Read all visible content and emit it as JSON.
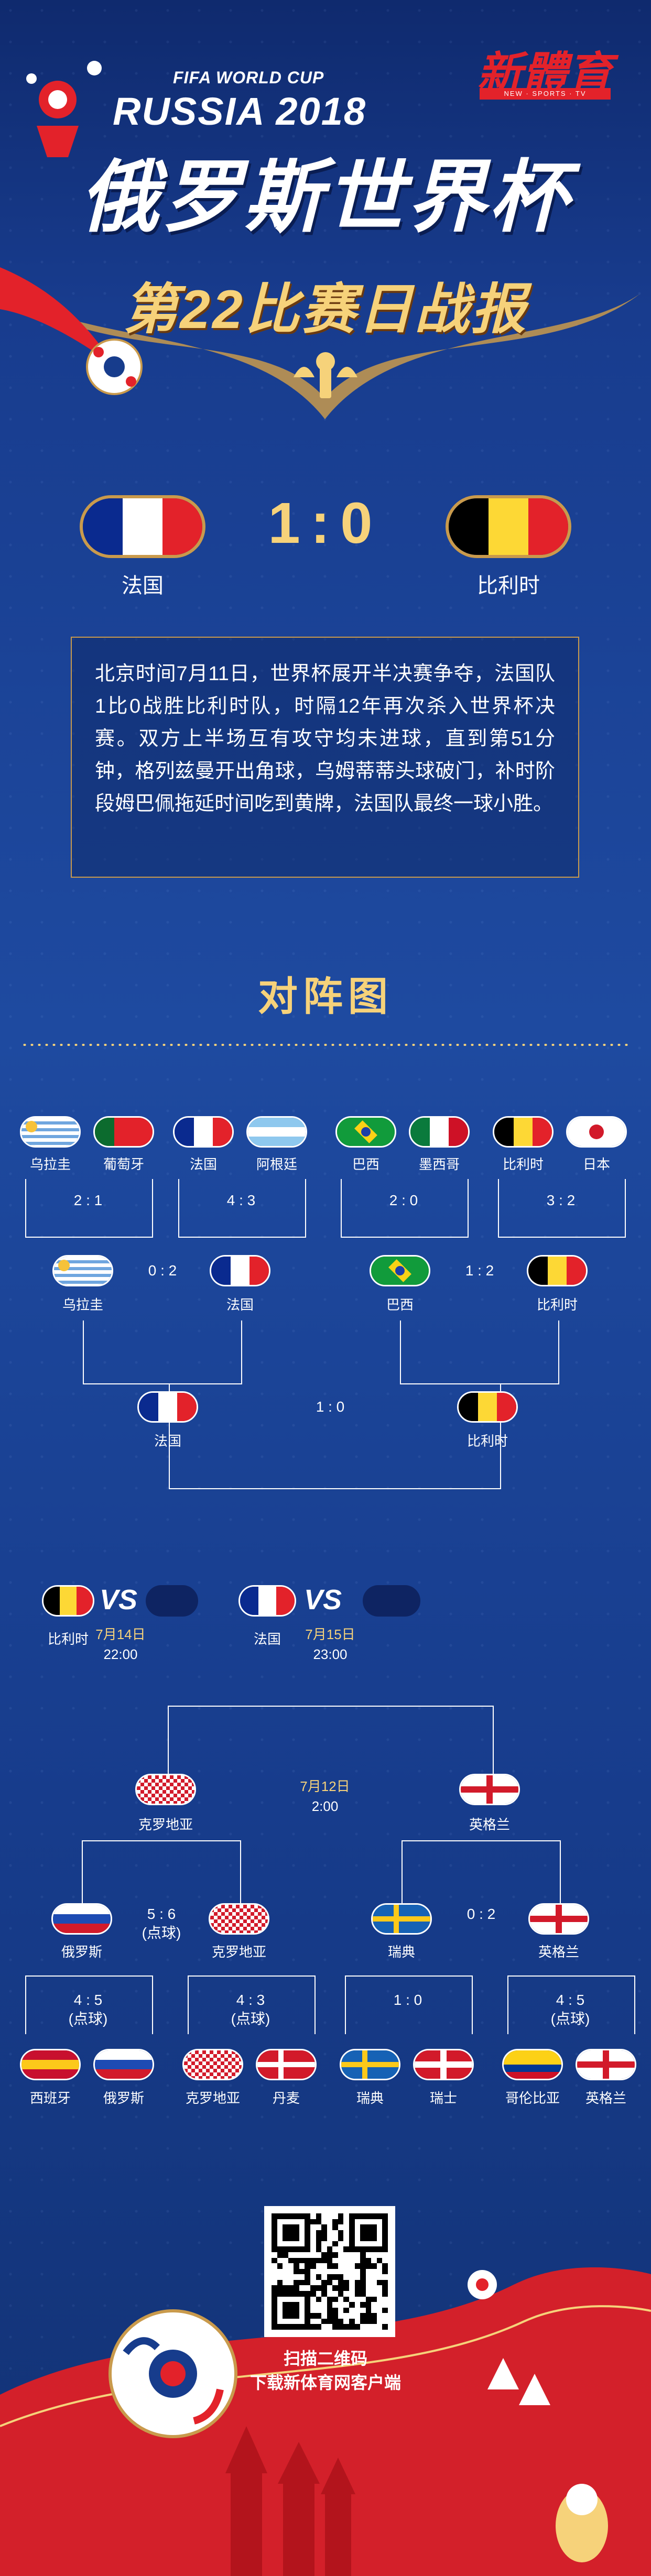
{
  "header": {
    "brand": "新體育",
    "brand_sub": "NEW · SPORTS · TV",
    "fifa_line1": "FIFA WORLD CUP",
    "fifa_line2": "RUSSIA 2018",
    "title": "俄罗斯世界杯",
    "subtitle": "第22比赛日战报"
  },
  "match": {
    "score": "1:0",
    "home": "法国",
    "away": "比利时"
  },
  "report": "北京时间7月11日，世界杯展开半决赛争夺，法国队1比0战胜比利时队，时隔12年再次杀入世界杯决赛。双方上半场互有攻守均未进球，直到第51分钟，格列兹曼开出角球，乌姆蒂蒂头球破门，补时阶段姆巴佩拖延时间吃到黄牌，法国队最终一球小胜。",
  "bracket": {
    "title": "对阵图",
    "top_r16": [
      {
        "a": "乌拉圭",
        "b": "葡萄牙",
        "score": "2 : 1"
      },
      {
        "a": "法国",
        "b": "阿根廷",
        "score": "4 : 3"
      },
      {
        "a": "巴西",
        "b": "墨西哥",
        "score": "2 : 0"
      },
      {
        "a": "比利时",
        "b": "日本",
        "score": "3 : 2"
      }
    ],
    "top_qf": [
      {
        "a": "乌拉圭",
        "b": "法国",
        "score": "0 : 2"
      },
      {
        "a": "巴西",
        "b": "比利时",
        "score": "1 : 2"
      }
    ],
    "top_sf": {
      "a": "法国",
      "b": "比利时",
      "score": "1 : 0"
    },
    "finals": {
      "third_team": "比利时",
      "third_vs": "VS",
      "third_date": "7月14日",
      "third_time": "22:00",
      "final_team": "法国",
      "final_vs": "VS",
      "final_date": "7月15日",
      "final_time": "23:00"
    },
    "bottom_sf": {
      "a": "克罗地亚",
      "b": "英格兰",
      "date": "7月12日",
      "time": "2:00"
    },
    "bottom_qf": [
      {
        "a": "俄罗斯",
        "b": "克罗地亚",
        "score": "5 : 6",
        "note": "(点球)"
      },
      {
        "a": "瑞典",
        "b": "英格兰",
        "score": "0 : 2"
      }
    ],
    "bottom_r16": [
      {
        "a": "西班牙",
        "b": "俄罗斯",
        "score": "4 : 5",
        "note": "(点球)"
      },
      {
        "a": "克罗地亚",
        "b": "丹麦",
        "score": "4 : 3",
        "note": "(点球)"
      },
      {
        "a": "瑞典",
        "b": "瑞士",
        "score": "1 : 0"
      },
      {
        "a": "哥伦比亚",
        "b": "英格兰",
        "score": "4 : 5",
        "note": "(点球)"
      }
    ]
  },
  "footer": {
    "qr_line1": "扫描二维码",
    "qr_line2": "下载新体育网客户端"
  },
  "colors": {
    "gold": "#f6d27a",
    "red": "#e3222a",
    "navy": "#173c8c"
  }
}
